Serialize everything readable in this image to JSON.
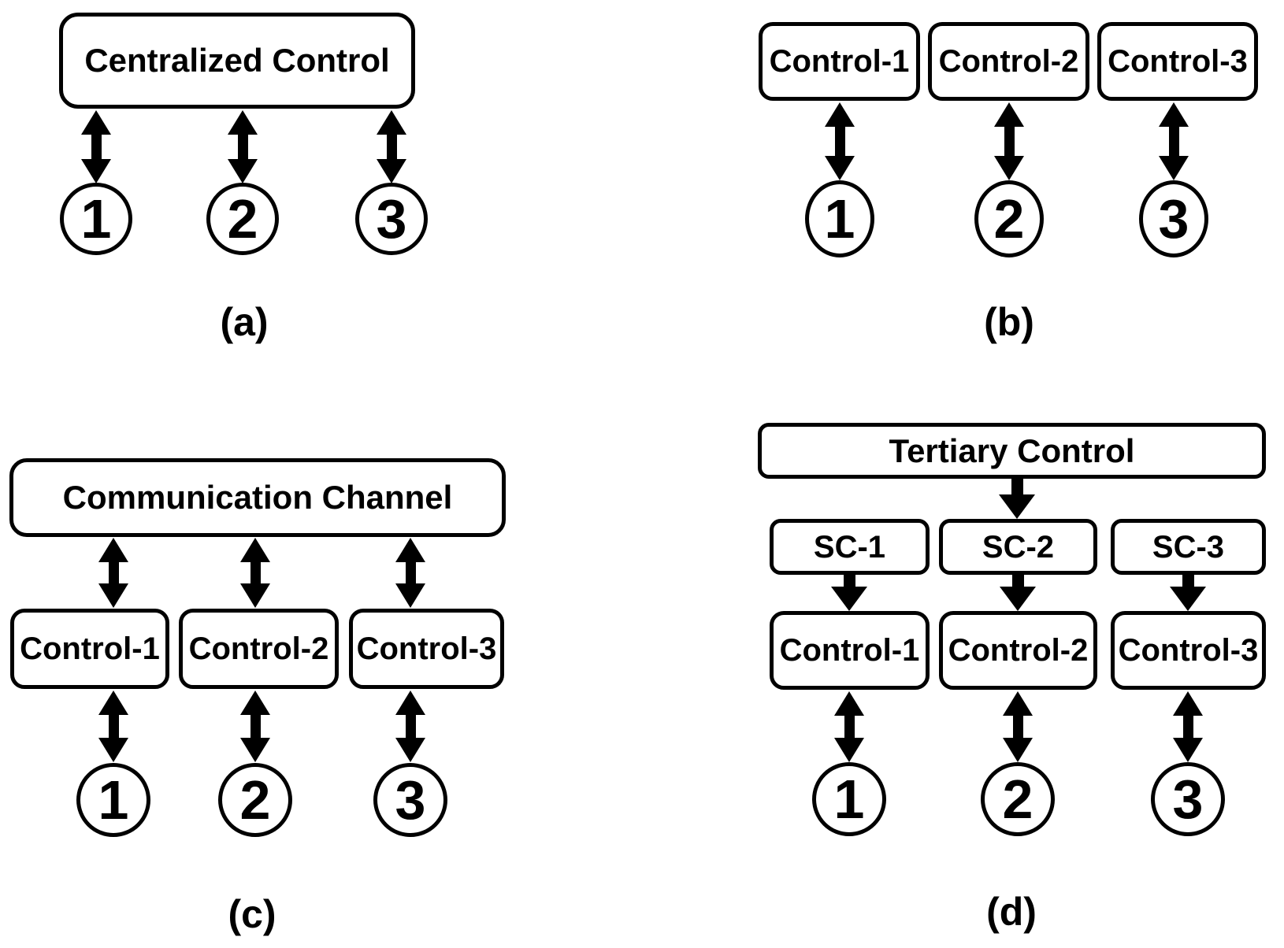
{
  "figure_title": "Control architectures diagram",
  "colors": {
    "stroke": "#000000",
    "background": "#ffffff"
  },
  "panels": {
    "a": {
      "caption": "(a)",
      "control_box": "Centralized Control",
      "units": [
        "1",
        "2",
        "3"
      ]
    },
    "b": {
      "caption": "(b)",
      "boxes": [
        "Control-1",
        "Control-2",
        "Control-3"
      ],
      "units": [
        "1",
        "2",
        "3"
      ]
    },
    "c": {
      "caption": "(c)",
      "channel_box": "Communication Channel",
      "boxes": [
        "Control-1",
        "Control-2",
        "Control-3"
      ],
      "units": [
        "1",
        "2",
        "3"
      ]
    },
    "d": {
      "caption": "(d)",
      "tertiary_box": "Tertiary Control",
      "sc_boxes": [
        "SC-1",
        "SC-2",
        "SC-3"
      ],
      "boxes": [
        "Control-1",
        "Control-2",
        "Control-3"
      ],
      "units": [
        "1",
        "2",
        "3"
      ]
    }
  }
}
